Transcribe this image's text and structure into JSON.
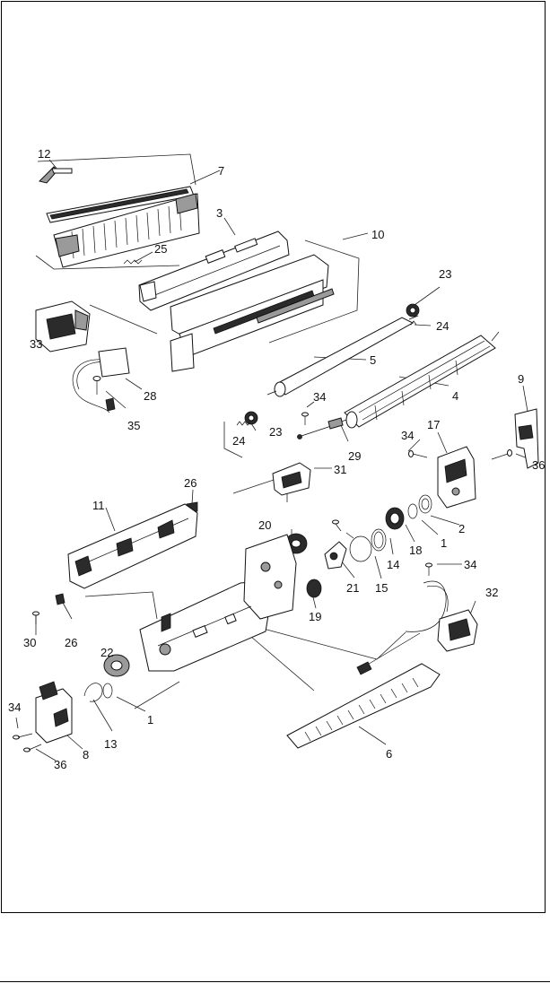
{
  "labels": [
    "1",
    "1",
    "2",
    "3",
    "4",
    "5",
    "6",
    "7",
    "8",
    "9",
    "10",
    "11",
    "12",
    "13",
    "14",
    "15",
    "17",
    "18",
    "19",
    "20",
    "21",
    "22",
    "23",
    "23",
    "24",
    "24",
    "25",
    "26",
    "26",
    "28",
    "29",
    "30",
    "31",
    "32",
    "33",
    "34",
    "34",
    "34",
    "34",
    "35",
    "36",
    "36"
  ]
}
